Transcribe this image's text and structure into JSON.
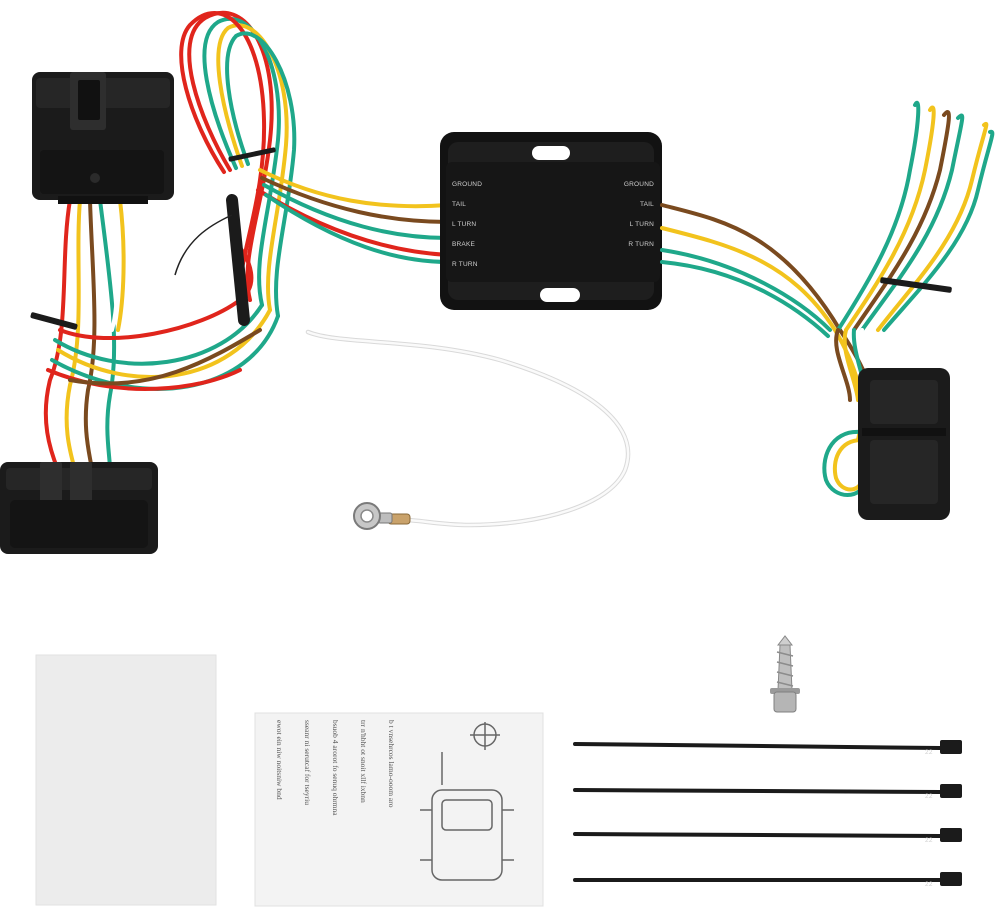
{
  "image": {
    "subject": "trailer wiring harness kit",
    "colors": {
      "background": "#ffffff",
      "connector": "#1b1b1b",
      "box": "#161616",
      "wire_green": "#1fa88a",
      "wire_yellow": "#f2c31d",
      "wire_brown": "#7a4a1f",
      "wire_red": "#e0251c",
      "wire_white": "#f4f4f4"
    }
  },
  "converter": {
    "left_labels": [
      "GROUND",
      "TAIL",
      "L TURN",
      "BRAKE",
      "R TURN"
    ],
    "right_labels": [
      "GROUND",
      "TAIL",
      "L TURN",
      "R TURN"
    ]
  },
  "instructions": {
    "lines": [
      "ewot ein niw noitsniw bnd",
      "sseanr ni serutcaf for tseyriu",
      "bsuob 4 arorot fo senuq ohrmna",
      "trr n'hbht ot snoit xllf ixbnn",
      "b t vnsehrcos lamo-ooom aro"
    ]
  },
  "hardware": {
    "zip_tie_count": 4,
    "screw_count": 1,
    "zip_tie_mark": "22"
  }
}
